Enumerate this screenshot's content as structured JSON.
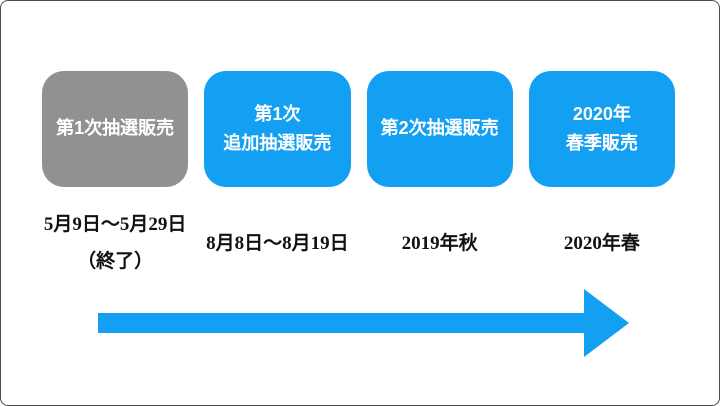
{
  "colors": {
    "accent_blue": "#14A0F2",
    "phase_gray": "#919191",
    "box_text": "#FFFFFF",
    "date_text": "#111111",
    "canvas_border": "#4D4D4D",
    "background": "#FFFFFF"
  },
  "timeline": {
    "phases": [
      {
        "label_lines": [
          "第1次抽選販売"
        ],
        "box_color": "#919191",
        "date_lines": [
          "5月9日〜5月29日",
          "（終了）"
        ]
      },
      {
        "label_lines": [
          "第1次",
          "追加抽選販売"
        ],
        "box_color": "#14A0F2",
        "date_lines": [
          "8月8日〜8月19日"
        ]
      },
      {
        "label_lines": [
          "第2次抽選販売"
        ],
        "box_color": "#14A0F2",
        "date_lines": [
          "2019年秋"
        ]
      },
      {
        "label_lines": [
          "2020年",
          "春季販売"
        ],
        "box_color": "#14A0F2",
        "date_lines": [
          "2020年春"
        ]
      }
    ],
    "arrow": {
      "direction": "right",
      "color": "#14A0F2"
    }
  }
}
